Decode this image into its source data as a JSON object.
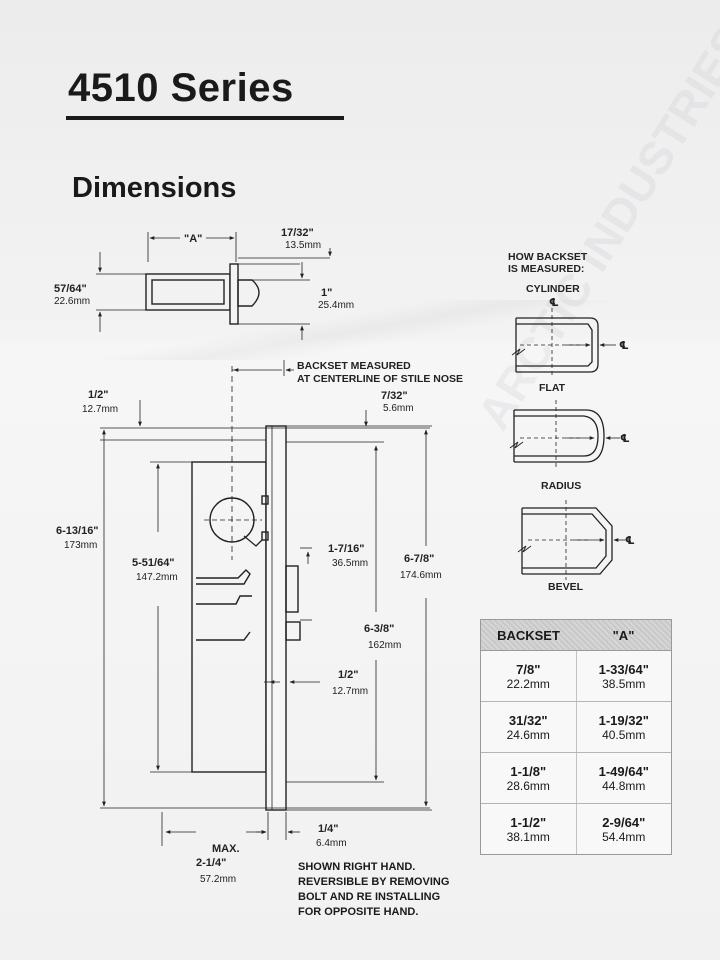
{
  "title": "4510 Series",
  "subtitle": "Dimensions",
  "watermark": "ARCTIC INDUSTRIES",
  "top_view": {
    "a_label": "\"A\"",
    "dim_17_32_in": "17/32\"",
    "dim_17_32_mm": "13.5mm",
    "dim_57_64_in": "57/64\"",
    "dim_57_64_mm": "22.6mm",
    "dim_1_in": "1\"",
    "dim_1_mm": "25.4mm"
  },
  "how_backset": {
    "heading_line1": "HOW BACKSET",
    "heading_line2": "IS MEASURED:",
    "cylinder": "CYLINDER",
    "flat": "FLAT",
    "radius": "RADIUS",
    "bevel": "BEVEL",
    "cl": "℄"
  },
  "side_view": {
    "backset_note_1": "BACKSET MEASURED",
    "backset_note_2": "AT CENTERLINE OF STILE NOSE",
    "dim_7_32_in": "7/32\"",
    "dim_7_32_mm": "5.6mm",
    "dim_1_2_top_in": "1/2\"",
    "dim_1_2_top_mm": "12.7mm",
    "dim_6_13_16_in": "6-13/16\"",
    "dim_6_13_16_mm": "173mm",
    "dim_5_51_64_in": "5-51/64\"",
    "dim_5_51_64_mm": "147.2mm",
    "dim_1_7_16_in": "1-7/16\"",
    "dim_1_7_16_mm": "36.5mm",
    "dim_6_7_8_in": "6-7/8\"",
    "dim_6_7_8_mm": "174.6mm",
    "dim_6_3_8_in": "6-3/8\"",
    "dim_6_3_8_mm": "162mm",
    "dim_1_2_mid_in": "1/2\"",
    "dim_1_2_mid_mm": "12.7mm",
    "dim_1_4_in": "1/4\"",
    "dim_1_4_mm": "6.4mm",
    "max_label": "MAX.",
    "dim_2_1_4_in": "2-1/4\"",
    "dim_2_1_4_mm": "57.2mm"
  },
  "table": {
    "headers": [
      "BACKSET",
      "\"A\""
    ],
    "rows": [
      {
        "backset_in": "7/8\"",
        "backset_mm": "22.2mm",
        "a_in": "1-33/64\"",
        "a_mm": "38.5mm"
      },
      {
        "backset_in": "31/32\"",
        "backset_mm": "24.6mm",
        "a_in": "1-19/32\"",
        "a_mm": "40.5mm"
      },
      {
        "backset_in": "1-1/8\"",
        "backset_mm": "28.6mm",
        "a_in": "1-49/64\"",
        "a_mm": "44.8mm"
      },
      {
        "backset_in": "1-1/2\"",
        "backset_mm": "38.1mm",
        "a_in": "2-9/64\"",
        "a_mm": "54.4mm"
      }
    ]
  },
  "note": {
    "line1": "SHOWN RIGHT HAND.",
    "line2": "REVERSIBLE BY REMOVING",
    "line3": "BOLT AND RE INSTALLING",
    "line4": "FOR OPPOSITE HAND."
  }
}
